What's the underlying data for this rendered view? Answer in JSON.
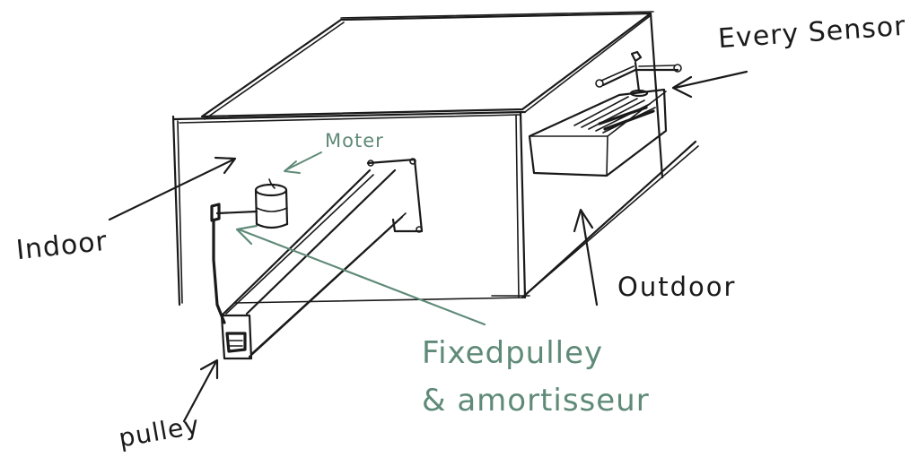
{
  "labels": {
    "every_sensor": "Every Sensor",
    "moter": "Moter",
    "indoor": "Indoor",
    "outdoor": "Outdoor",
    "fixed_pulley_line1": "Fixedpulley",
    "fixed_pulley_line2": "& amortisseur",
    "pulley": "pulley"
  },
  "colors": {
    "ink": "#1a1a1a",
    "annotation_green": "#5f8a78",
    "background": "#ffffff"
  }
}
